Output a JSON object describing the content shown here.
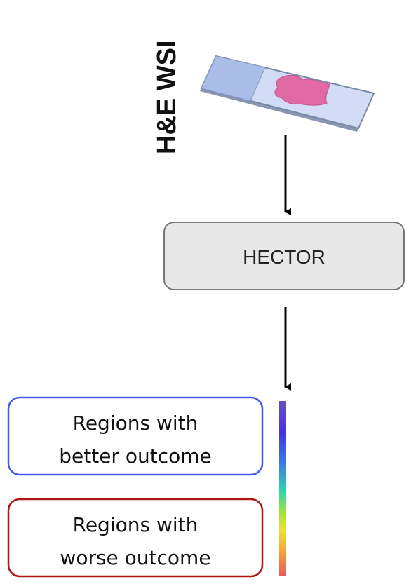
{
  "input": {
    "label": "H&E WSI",
    "icon": "slide-icon"
  },
  "model": {
    "label": "HECTOR"
  },
  "legend": {
    "better": {
      "line1": "Regions with",
      "line2": "better outcome",
      "color": "#4a5ae8"
    },
    "worse": {
      "line1": "Regions with",
      "line2": "worse outcome",
      "color": "#b01515"
    }
  },
  "colors": {
    "slide_fill": "#d2dcf5",
    "slide_edge": "#7888a8",
    "slide_label_area": "#aabce8",
    "tissue": "#e26aa4",
    "model_fill": "#e8e8e8",
    "model_stroke": "#777777",
    "arrow": "#000000",
    "colorbar": [
      "#6a4fc0",
      "#4433e0",
      "#3a7de8",
      "#2ed9a8",
      "#9fe23c",
      "#f0e03a",
      "#f7a33a",
      "#e85a5a"
    ]
  }
}
